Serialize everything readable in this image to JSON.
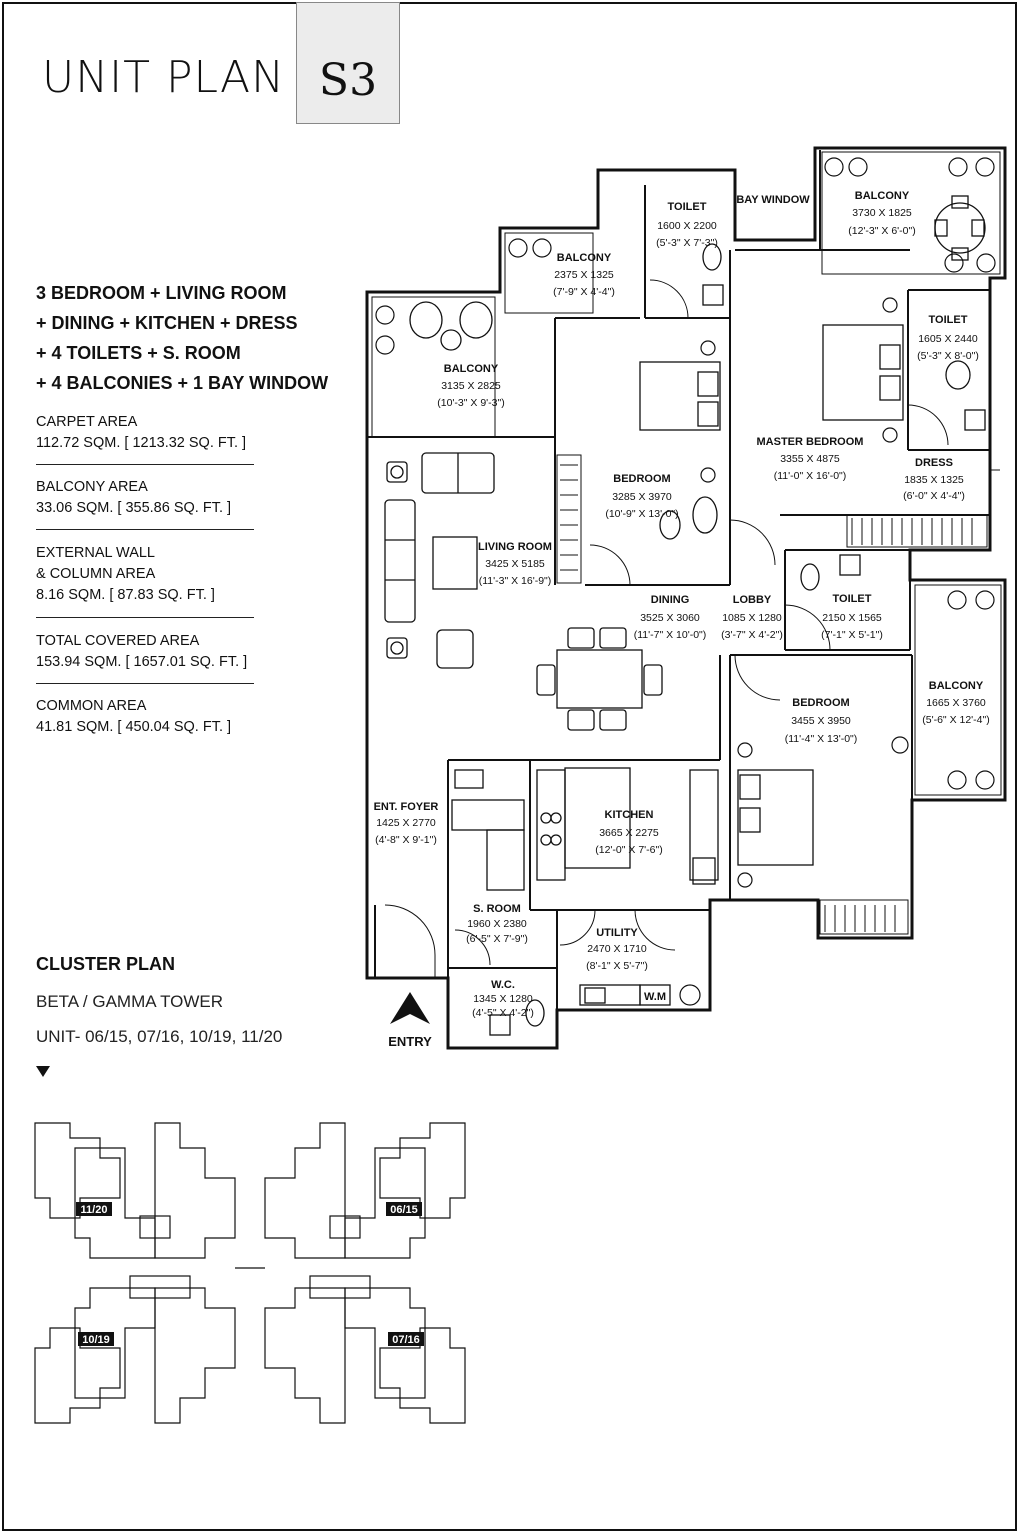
{
  "header": {
    "title": "UNIT PLAN",
    "code": "S3"
  },
  "configuration": [
    "3 BEDROOM + LIVING ROOM",
    "+ DINING + KITCHEN + DRESS",
    "+ 4 TOILETS + S. ROOM",
    "+ 4 BALCONIES + 1 BAY WINDOW"
  ],
  "areas": [
    {
      "label": "CARPET AREA",
      "value": "112.72 SQM. [ 1213.32 SQ. FT. ]"
    },
    {
      "label": "BALCONY AREA",
      "value": "33.06 SQM. [ 355.86 SQ. FT. ]"
    },
    {
      "label": "EXTERNAL WALL",
      "label2": "& COLUMN AREA",
      "value": "8.16 SQM. [ 87.83 SQ. FT. ]"
    },
    {
      "label": "TOTAL COVERED AREA",
      "value": "153.94 SQM. [ 1657.01 SQ. FT. ]"
    },
    {
      "label": "COMMON AREA",
      "value": "41.81 SQM. [ 450.04 SQ. FT. ]"
    }
  ],
  "cluster": {
    "heading": "CLUSTER PLAN",
    "tower": "BETA / GAMMA TOWER",
    "units": "UNIT- 06/15, 07/16, 10/19, 11/20",
    "tags": [
      "11/20",
      "06/15",
      "10/19",
      "07/16"
    ]
  },
  "plan": {
    "entry": "ENTRY",
    "rooms": [
      {
        "name": "TOILET",
        "mm": "1600 X 2200",
        "ft": "(5'-3\" X 7'-3\")"
      },
      {
        "name": "BAY WINDOW",
        "mm": "",
        "ft": ""
      },
      {
        "name": "BALCONY",
        "mm": "3730 X 1825",
        "ft": "(12'-3\" X 6'-0\")"
      },
      {
        "name": "BALCONY",
        "mm": "2375 X 1325",
        "ft": "(7'-9\" X 4'-4\")"
      },
      {
        "name": "BALCONY",
        "mm": "3135 X 2825",
        "ft": "(10'-3\" X 9'-3\")"
      },
      {
        "name": "TOILET",
        "mm": "1605 X 2440",
        "ft": "(5'-3\" X 8'-0\")"
      },
      {
        "name": "MASTER BEDROOM",
        "mm": "3355 X 4875",
        "ft": "(11'-0\" X 16'-0\")"
      },
      {
        "name": "DRESS",
        "mm": "1835 X 1325",
        "ft": "(6'-0\" X 4'-4\")"
      },
      {
        "name": "BEDROOM",
        "mm": "3285 X 3970",
        "ft": "(10'-9\" X 13'-0\")"
      },
      {
        "name": "LIVING ROOM",
        "mm": "3425 X 5185",
        "ft": "(11'-3\" X 16'-9\")"
      },
      {
        "name": "DINING",
        "mm": "3525 X 3060",
        "ft": "(11'-7\" X 10'-0\")"
      },
      {
        "name": "LOBBY",
        "mm": "1085 X 1280",
        "ft": "(3'-7\" X 4'-2\")"
      },
      {
        "name": "TOILET",
        "mm": "2150 X 1565",
        "ft": "(7'-1\" X 5'-1\")"
      },
      {
        "name": "BALCONY",
        "mm": "1665 X 3760",
        "ft": "(5'-6\" X 12'-4\")"
      },
      {
        "name": "BEDROOM",
        "mm": "3455 X 3950",
        "ft": "(11'-4\" X 13'-0\")"
      },
      {
        "name": "ENT. FOYER",
        "mm": "1425 X 2770",
        "ft": "(4'-8\" X 9'-1\")"
      },
      {
        "name": "KITCHEN",
        "mm": "3665 X 2275",
        "ft": "(12'-0\" X 7'-6\")"
      },
      {
        "name": "S. ROOM",
        "mm": "1960 X 2380",
        "ft": "(6'-5\" X 7'-9\")"
      },
      {
        "name": "UTILITY",
        "mm": "2470 X 1710",
        "ft": "(8'-1\" X 5'-7\")"
      },
      {
        "name": "W.C.",
        "mm": "1345 X 1280",
        "ft": "(4'-5\" X 4'-2\")"
      }
    ],
    "fixture_wm": "W.M"
  }
}
